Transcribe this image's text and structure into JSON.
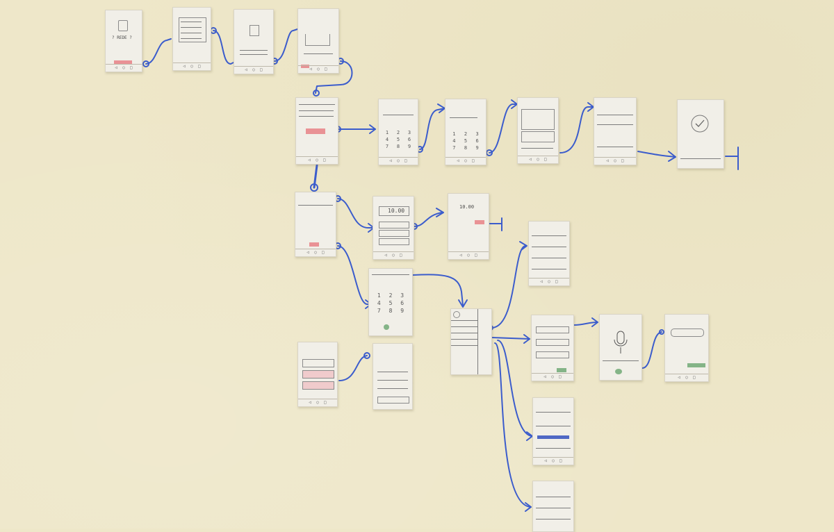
{
  "screens": {
    "dial_display": {
      "amount": "10.00"
    },
    "dial_confirm": {
      "amount": "10.00"
    },
    "numpad": {
      "keys": [
        "1",
        "2",
        "3",
        "4",
        "5",
        "6",
        "7",
        "8",
        "9"
      ]
    }
  },
  "colors": {
    "wall": "#eee7c9",
    "paper": "#f1efe8",
    "marker_blue": "#3b5ccc",
    "marker_red": "#e14650"
  },
  "icons": [
    "checkmark-icon",
    "microphone-icon",
    "back-arrow-icon"
  ]
}
